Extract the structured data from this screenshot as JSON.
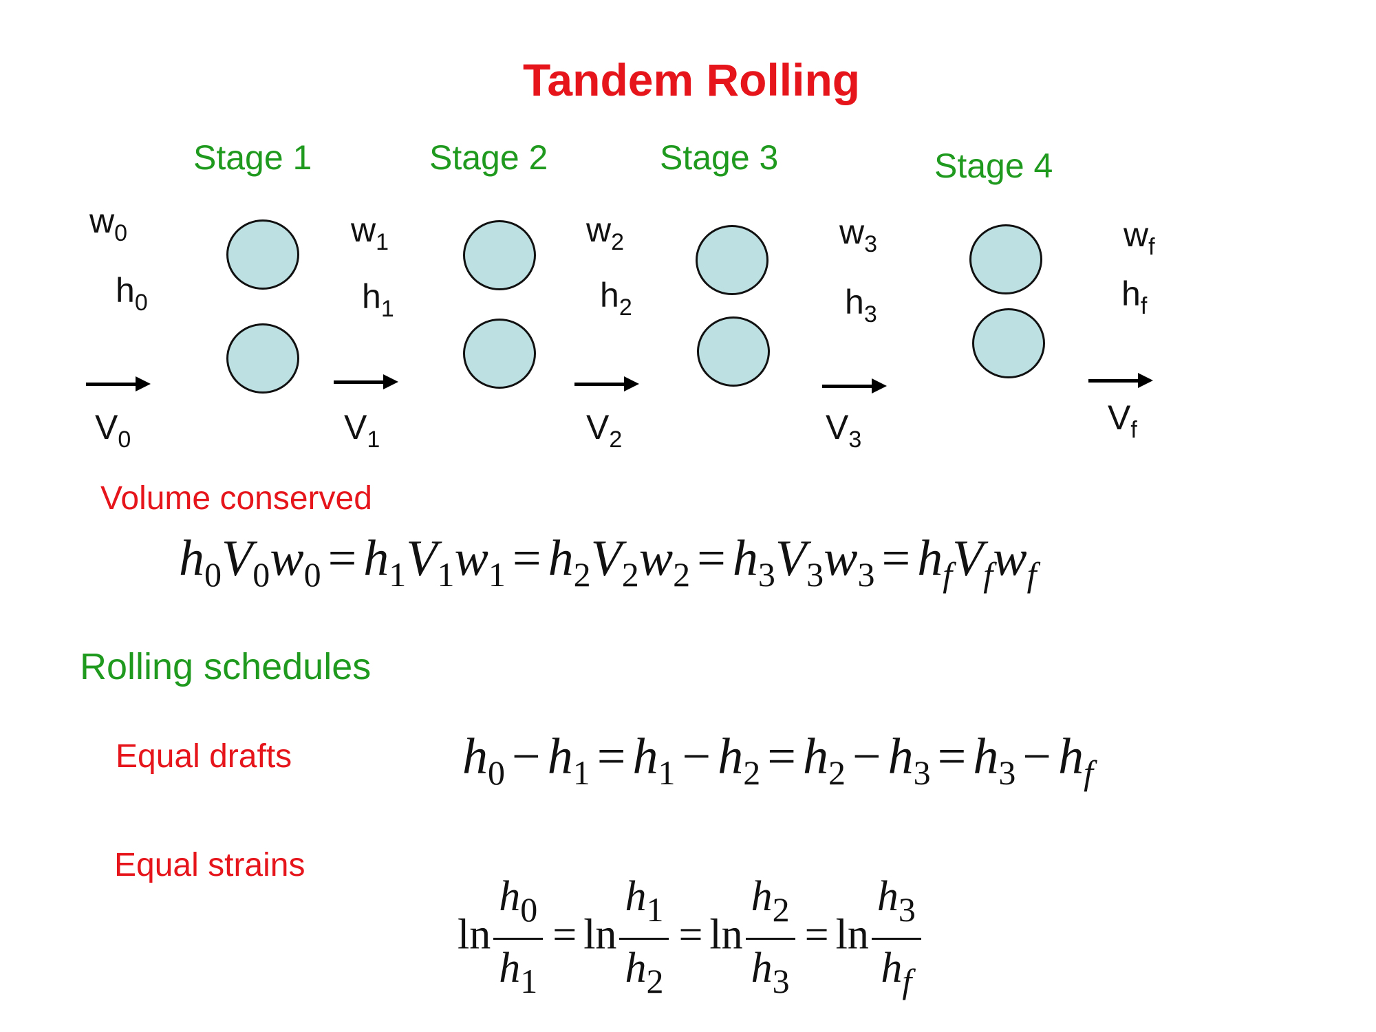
{
  "title": "Tandem Rolling",
  "stages": [
    "Stage 1",
    "Stage 2",
    "Stage 3",
    "Stage 4"
  ],
  "labels": {
    "w": [
      {
        "base": "w",
        "sub": "0"
      },
      {
        "base": "w",
        "sub": "1"
      },
      {
        "base": "w",
        "sub": "2"
      },
      {
        "base": "w",
        "sub": "3"
      },
      {
        "base": "w",
        "sub": "f"
      }
    ],
    "h": [
      {
        "base": "h",
        "sub": "0"
      },
      {
        "base": "h",
        "sub": "1"
      },
      {
        "base": "h",
        "sub": "2"
      },
      {
        "base": "h",
        "sub": "3"
      },
      {
        "base": "h",
        "sub": "f"
      }
    ],
    "v": [
      {
        "base": "V",
        "sub": "0"
      },
      {
        "base": "V",
        "sub": "1"
      },
      {
        "base": "V",
        "sub": "2"
      },
      {
        "base": "V",
        "sub": "3"
      },
      {
        "base": "V",
        "sub": "f"
      }
    ]
  },
  "sections": {
    "volume": "Volume conserved",
    "schedules": "Rolling schedules",
    "drafts": "Equal drafts",
    "strains": "Equal strains"
  },
  "math": {
    "h": "h",
    "V": "V",
    "w": "w",
    "eq": "=",
    "minus": "−",
    "ln": "ln",
    "s0": "0",
    "s1": "1",
    "s2": "2",
    "s3": "3",
    "sf": "f"
  },
  "colors": {
    "title": "#e5151b",
    "stage": "#1f9a1f",
    "roll_fill": "#bde0e3",
    "roll_stroke": "#111111"
  }
}
